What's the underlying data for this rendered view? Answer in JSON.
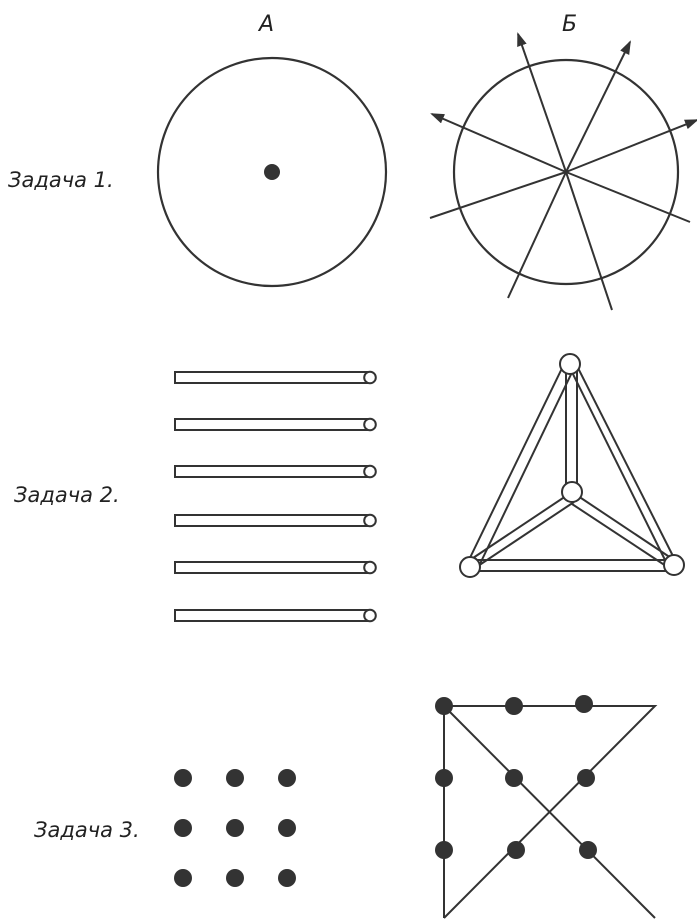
{
  "columns": {
    "a": "А",
    "b": "Б"
  },
  "tasks": [
    {
      "label": "Задача 1."
    },
    {
      "label": "Задача 2."
    },
    {
      "label": "Задача 3."
    }
  ],
  "colors": {
    "ink": "#333333",
    "background": "#ffffff"
  }
}
